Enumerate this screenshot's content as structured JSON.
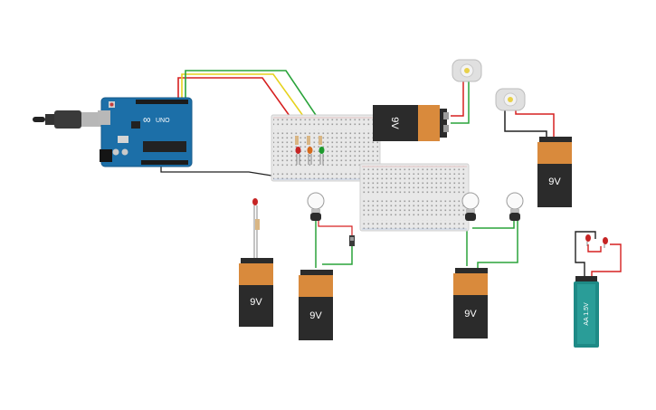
{
  "arduino": {
    "brand_mark": "∞",
    "model": "UNO"
  },
  "batteries": {
    "nine_volt_label": "9V",
    "aa_label": "AA 1.5V"
  },
  "colors": {
    "board_blue": "#1c6fa8",
    "battery_black": "#2b2b2b",
    "battery_orange": "#d98a3c",
    "breadboard": "#e8e8e8",
    "wire_red": "#d62020",
    "wire_yellow": "#e6d21e",
    "wire_green": "#2aa33a",
    "wire_black": "#222222",
    "aa_teal": "#1e8a86"
  },
  "components": [
    "arduino-uno",
    "usb-cable",
    "breadboard-small",
    "breadboard-large",
    "battery-9v-horizontal",
    "battery-9v-led",
    "battery-9v-bulb",
    "battery-9v-two-bulbs",
    "battery-9v-motor",
    "battery-aa",
    "dc-motor-a",
    "dc-motor-b",
    "led-red-standalone",
    "led-red-breadboard",
    "led-orange-breadboard",
    "led-green-breadboard",
    "light-bulb-1",
    "light-bulb-2",
    "light-bulb-3",
    "slide-switch",
    "led-pair-aa"
  ]
}
